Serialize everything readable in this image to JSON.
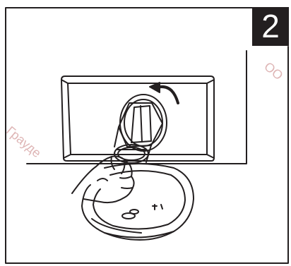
{
  "step": {
    "number": "2"
  },
  "watermark": {
    "left_text": "Грауде",
    "right_text": "ОО"
  },
  "colors": {
    "line": "#231f20",
    "badge": "#231f20",
    "watermark": "#d9a9a9",
    "background": "#ffffff"
  },
  "icons": {
    "rotation_arrow": "counterclockwise-arrow-icon"
  }
}
